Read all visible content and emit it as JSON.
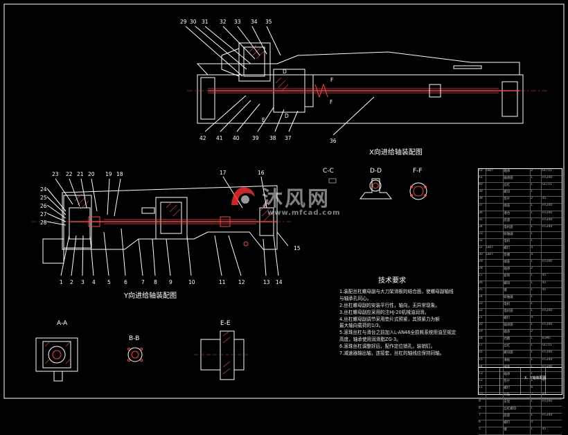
{
  "views": {
    "x_assembly": "X向进给轴装配图",
    "y_assembly": "Y向进给轴装配图",
    "c_c": "C-C",
    "d_d": "D-D",
    "f_f": "F-F",
    "a_a": "A-A",
    "b_b": "B-B",
    "e_e": "E-E"
  },
  "x_part_numbers": [
    "29",
    "30",
    "31",
    "32",
    "33",
    "34",
    "35",
    "42",
    "41",
    "40",
    "39",
    "38",
    "37",
    "36"
  ],
  "y_part_numbers_top": [
    "23",
    "22",
    "21",
    "20",
    "19",
    "18",
    "17",
    "16"
  ],
  "y_part_numbers_left": [
    "24",
    "25",
    "26",
    "27",
    "28"
  ],
  "y_part_numbers_bottom": [
    "1",
    "2",
    "3",
    "4",
    "5",
    "6",
    "7",
    "8",
    "9",
    "10",
    "11",
    "12",
    "13",
    "14"
  ],
  "y_part_number_15": "15",
  "section_letters": {
    "d": "D",
    "f": "F",
    "e": "E"
  },
  "technical_requirements": {
    "heading": "技术要求",
    "items": [
      "1.装配丝杠螺母副与大刀架滑板的结合面，使螺母副轴线",
      "  与轴承孔同心。",
      "2.丝杠螺母副的安装平行性，轴向，无异常现象。",
      "3.丝杠螺母副应采用的注HJ-20机械油润滑。",
      "4.丝杠螺母副调节采用垫片式预紧，其预紧力为额",
      "  最大轴向载荷的1/3。",
      "5.滚珠丝杠与滑台之前加入L-AN46全损耗系统用油至规定",
      "  高度，轴承使用润滑脂ZG-3。",
      "6.滚珠丝杠调整好后，配作定位销孔，装销钉。",
      "7.减速器输出轴，连接套，丝杠的轴线应保持同轴。"
    ]
  },
  "watermark": {
    "text": "沐风网",
    "url": "www.mfcad.com"
  },
  "title_block": {
    "drawing_name": "X、Y轴装配图",
    "rows": [
      [
        "42",
        "GB/T",
        "轴承",
        "2",
        "GCr15"
      ],
      [
        "41",
        "",
        "轴承座",
        "1",
        "HT200"
      ],
      [
        "40",
        "",
        "丝杠",
        "1",
        "GCr15"
      ],
      [
        "39",
        "",
        "螺母",
        "1",
        ""
      ],
      [
        "38",
        "",
        "垫片",
        "2",
        "45"
      ],
      [
        "37",
        "",
        "端盖",
        "1",
        "HT200"
      ],
      [
        "36",
        "",
        "滑台",
        "1",
        "HT200"
      ],
      [
        "35",
        "",
        "底座",
        "1",
        "HT200"
      ],
      [
        "34",
        "",
        "电机座",
        "1",
        "HT200"
      ],
      [
        "33",
        "",
        "联轴器",
        "1",
        ""
      ],
      [
        "32",
        "",
        "电机",
        "1",
        ""
      ],
      [
        "31",
        "GB/T",
        "螺钉",
        "4",
        ""
      ],
      [
        "30",
        "GB/T",
        "垫圈",
        "4",
        ""
      ],
      [
        "29",
        "",
        "端盖",
        "1",
        "HT200"
      ],
      [
        "28",
        "",
        "轴承",
        "2",
        ""
      ],
      [
        "27",
        "",
        "套筒",
        "1",
        "45"
      ],
      [
        "26",
        "",
        "螺母",
        "1",
        "45"
      ],
      [
        "25",
        "",
        "键",
        "1",
        "45"
      ],
      [
        "24",
        "",
        "联轴器",
        "1",
        ""
      ],
      [
        "23",
        "",
        "电机",
        "1",
        ""
      ],
      [
        "22",
        "",
        "电机座",
        "1",
        "HT200"
      ],
      [
        "21",
        "",
        "螺钉",
        "4",
        ""
      ],
      [
        "20",
        "",
        "轴承座",
        "1",
        "HT200"
      ],
      [
        "19",
        "",
        "轴承",
        "2",
        ""
      ],
      [
        "18",
        "",
        "挡圈",
        "1",
        "65Mn"
      ],
      [
        "17",
        "",
        "丝杠",
        "1",
        "GCr15"
      ],
      [
        "16",
        "",
        "螺母座",
        "1",
        "HT200"
      ],
      [
        "15",
        "",
        "滑板",
        "1",
        "HT200"
      ],
      [
        "14",
        "",
        "端盖",
        "1",
        "HT200"
      ],
      [
        "13",
        "",
        "轴承",
        "1",
        ""
      ],
      [
        "12",
        "",
        "垫片",
        "1",
        "45"
      ],
      [
        "11",
        "",
        "螺钉",
        "6",
        ""
      ],
      [
        "10",
        "",
        "导轨",
        "2",
        "45"
      ],
      [
        "9",
        "",
        "支架",
        "1",
        "HT200"
      ],
      [
        "8",
        "",
        "丝杠螺母",
        "1",
        ""
      ],
      [
        "7",
        "",
        "底座",
        "1",
        "HT200"
      ],
      [
        "6",
        "",
        "螺钉",
        "4",
        ""
      ],
      [
        "5",
        "",
        "键",
        "1",
        "45"
      ]
    ]
  },
  "colors": {
    "background": "#000000",
    "line": "#ffffff",
    "accent": "#ff2a2a",
    "dim": "#ff4040"
  }
}
